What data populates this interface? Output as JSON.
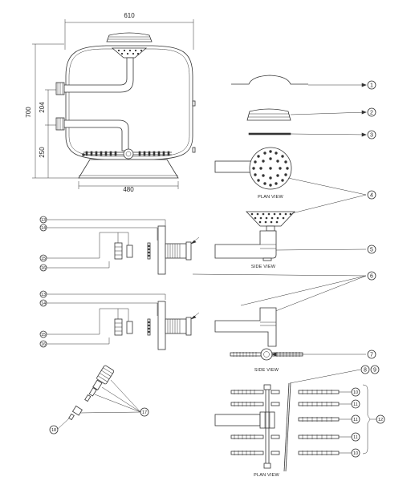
{
  "dimensions": {
    "width_top": "610",
    "height_total": "700",
    "port_spacing": "204",
    "bottom_height": "250",
    "base_width": "480"
  },
  "captions": {
    "plan_view_1": "PLAN VIEW",
    "side_view_1": "SIDE VIEW",
    "side_view_2": "SIDE VIEW",
    "plan_view_2": "PLAN VIEW"
  },
  "callouts": {
    "c1": "1",
    "c2": "2",
    "c3": "3",
    "c4": "4",
    "c5": "5",
    "c6": "6",
    "c7": "7",
    "c8": "8",
    "c9": "9",
    "c10a": "10",
    "c11a": "11",
    "c11b": "11",
    "c12": "12",
    "c10b": "10",
    "c13a": "13",
    "c14a": "14",
    "c15a": "15",
    "c16a": "16",
    "c13b": "13",
    "c14b": "14",
    "c15b": "15",
    "c16b": "16",
    "c17": "17",
    "c18": "18"
  }
}
